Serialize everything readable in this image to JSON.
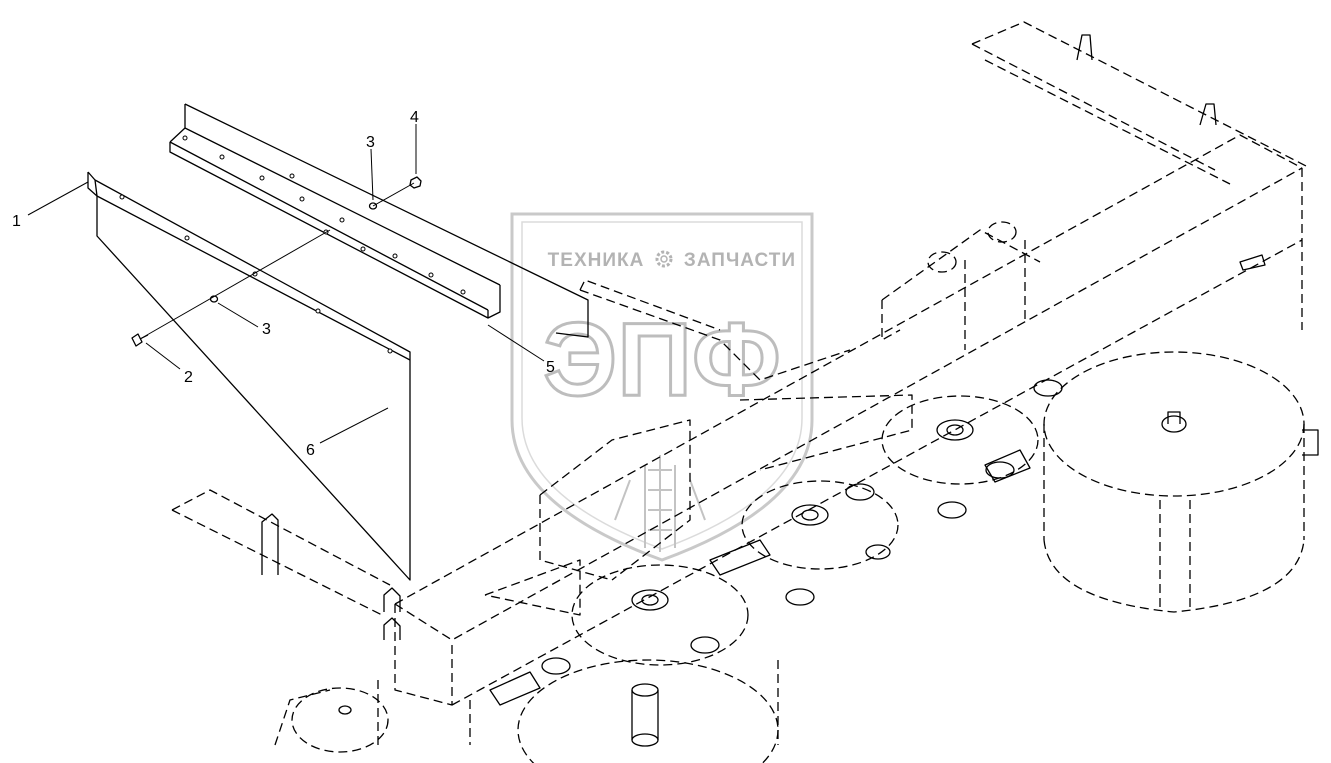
{
  "callouts": [
    {
      "id": "1",
      "label": "1"
    },
    {
      "id": "2",
      "label": "2"
    },
    {
      "id": "3a",
      "label": "3"
    },
    {
      "id": "3b",
      "label": "3"
    },
    {
      "id": "4",
      "label": "4"
    },
    {
      "id": "5",
      "label": "5"
    },
    {
      "id": "6",
      "label": "6"
    }
  ],
  "watermark": {
    "left_word": "ТЕХНИКА",
    "right_word": "ЗАПЧАСТИ",
    "monogram": "ЭПФ",
    "color": "#9a9a9a"
  },
  "colors": {
    "line": "#000000",
    "background": "#ffffff"
  }
}
